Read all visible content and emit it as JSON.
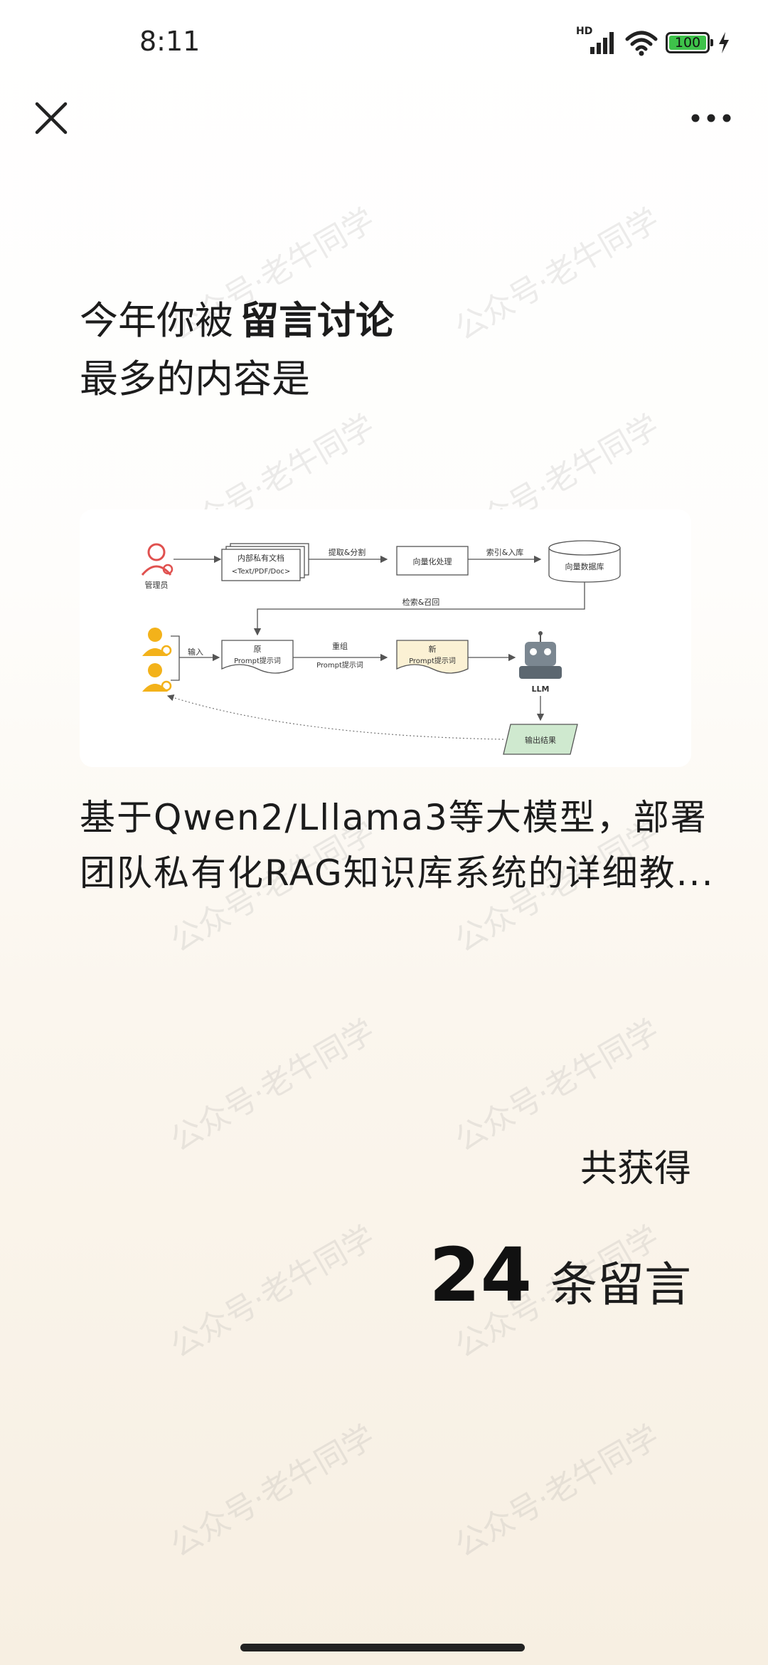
{
  "status_bar": {
    "time": "8:11",
    "network_label": "HD",
    "battery": "100",
    "icons": [
      "signal-icon",
      "wifi-icon",
      "battery-icon",
      "charging-icon"
    ]
  },
  "nav": {
    "close_icon": "close-icon",
    "more_icon": "more-icon"
  },
  "watermark": "公众号·老牛同学",
  "headline": {
    "prefix": "今年你被",
    "highlight": "留言讨论",
    "line2": "最多的内容是"
  },
  "diagram": {
    "admin": "管理员",
    "private_docs": "内部私有文档",
    "doc_formats": "<Text/PDF/Doc>",
    "extract_split": "提取&分割",
    "vectorize": "向量化处理",
    "index_store": "索引&入库",
    "vector_db": "向量数据库",
    "retrieve_recall": "检索&召回",
    "input": "输入",
    "original": "原",
    "prompt_words": "Prompt提示词",
    "regroup": "重组",
    "new": "新",
    "llm": "LLM",
    "output": "输出结果"
  },
  "article": {
    "title_line1": "基于Qwen2/Lllama3等大模型，部署",
    "title_line2": "团队私有化RAG知识库系统的详细教..."
  },
  "stats": {
    "label": "共获得",
    "count": "24",
    "unit": "条留言"
  },
  "colors": {
    "text": "#1c1c1c",
    "accent_battery": "#3ec24a",
    "admin_red": "#e0514f",
    "user_yellow": "#f3b21a",
    "doc_yellow": "#fbf1d4",
    "output_green": "#cfe9cf"
  }
}
